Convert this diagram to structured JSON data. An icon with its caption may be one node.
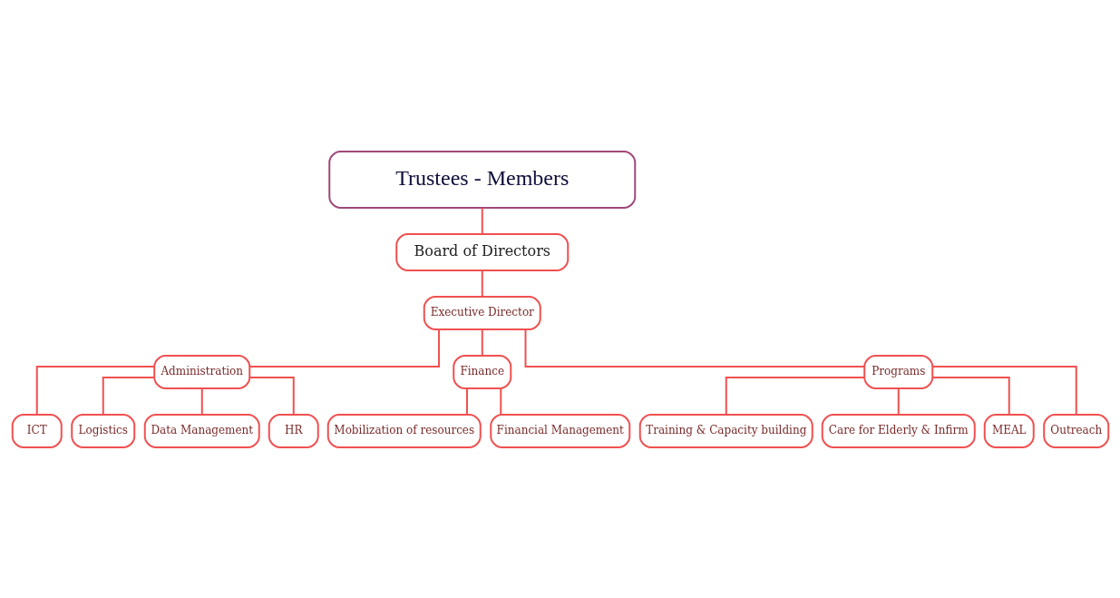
{
  "diagram": {
    "nodes": [
      {
        "text": [
          "Trustees - Members"
        ]
      },
      {
        "text": [
          "Board of Directors"
        ]
      },
      {
        "text": [
          "Executive Director"
        ]
      },
      {
        "text": [
          "Administration"
        ]
      },
      {
        "text": [
          "Finance"
        ]
      },
      {
        "text": [
          "Programs"
        ]
      },
      {
        "text": [
          "ICT"
        ]
      },
      {
        "text": [
          "Logistics"
        ]
      },
      {
        "text": [
          "Data Management"
        ]
      },
      {
        "text": [
          "HR"
        ]
      },
      {
        "text": [
          "Mobilization of resources"
        ]
      },
      {
        "text": [
          "Financial Management"
        ]
      },
      {
        "text": [
          "Training & Capacity building"
        ]
      },
      {
        "text": [
          "Care for Elderly & Infirm"
        ]
      },
      {
        "text": [
          "MEAL"
        ]
      },
      {
        "text": [
          "Outreach"
        ]
      }
    ],
    "edges": [
      {
        "from": 0,
        "to": 1,
        "arrow": "none"
      },
      {
        "from": 1,
        "to": 2,
        "arrow": "none"
      },
      {
        "from": 2,
        "to": 3,
        "arrow": "none"
      },
      {
        "from": 2,
        "to": 4,
        "arrow": "none"
      },
      {
        "from": 2,
        "to": 5,
        "arrow": "none"
      },
      {
        "from": 3,
        "to": 6,
        "arrow": "none"
      },
      {
        "from": 3,
        "to": 7,
        "arrow": "none"
      },
      {
        "from": 3,
        "to": 8,
        "arrow": "none"
      },
      {
        "from": 3,
        "to": 9,
        "arrow": "none"
      },
      {
        "from": 4,
        "to": 10,
        "arrow": "none"
      },
      {
        "from": 4,
        "to": 11,
        "arrow": "none"
      },
      {
        "from": 5,
        "to": 12,
        "arrow": "none"
      },
      {
        "from": 5,
        "to": 13,
        "arrow": "none"
      },
      {
        "from": 5,
        "to": 14,
        "arrow": "none"
      },
      {
        "from": 5,
        "to": 15,
        "arrow": "none"
      }
    ]
  }
}
